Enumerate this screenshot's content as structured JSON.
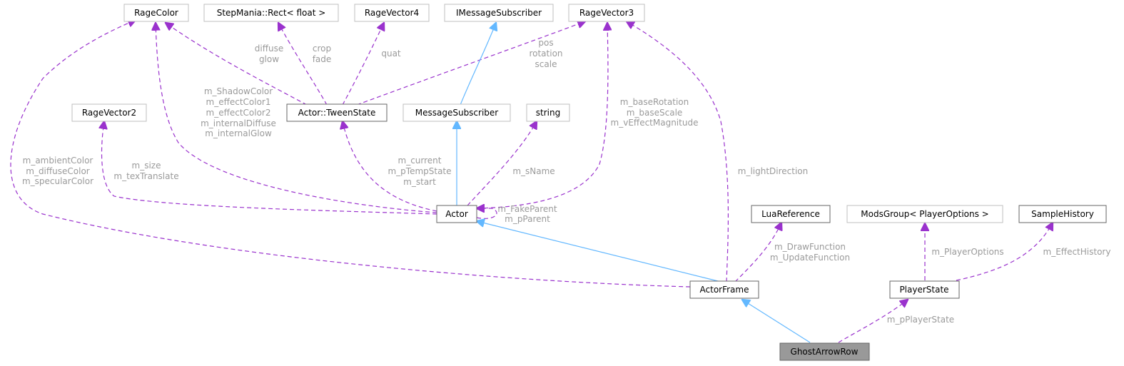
{
  "diagram": {
    "title": "GhostArrowRow collaboration diagram",
    "colors": {
      "usage_edge": "#9a32cd",
      "inheritance_edge": "#63b8ff",
      "edge_label": "#9a9a9a",
      "focus_node_fill": "#999999"
    },
    "nodes": {
      "ragecolor": "RageColor",
      "rect": "StepMania::Rect< float >",
      "ragevector4": "RageVector4",
      "imessagesubscriber": "IMessageSubscriber",
      "ragevector3": "RageVector3",
      "ragevector2": "RageVector2",
      "tweenstate": "Actor::TweenState",
      "messagesubscriber": "MessageSubscriber",
      "string": "string",
      "actor": "Actor",
      "luareference": "LuaReference",
      "modsgroup": "ModsGroup< PlayerOptions >",
      "samplehistory": "SampleHistory",
      "actorframe": "ActorFrame",
      "playerstate": "PlayerState",
      "ghostarrowrow": "GhostArrowRow"
    },
    "edge_labels": {
      "tween_ragecolor": [
        "diffuse",
        "glow"
      ],
      "tween_rect": [
        "crop",
        "fade"
      ],
      "tween_vec4": [
        "quat"
      ],
      "tween_vec3": [
        "pos",
        "rotation",
        "scale"
      ],
      "actor_ragecolor": [
        "m_ShadowColor",
        "m_effectColor1",
        "m_effectColor2",
        "m_internalDiffuse",
        "m_internalGlow"
      ],
      "actor_vec2": [
        "m_size",
        "m_texTranslate"
      ],
      "actor_tween": [
        "m_current",
        "m_pTempState",
        "m_start"
      ],
      "actor_string": [
        "m_sName"
      ],
      "actor_vec3": [
        "m_baseRotation",
        "m_baseScale",
        "m_vEffectMagnitude"
      ],
      "actor_self": [
        "m_FakeParent",
        "m_pParent"
      ],
      "frame_ragecolor": [
        "m_ambientColor",
        "m_diffuseColor",
        "m_specularColor"
      ],
      "frame_vec3": [
        "m_lightDirection"
      ],
      "frame_lua": [
        "m_DrawFunction",
        "m_UpdateFunction"
      ],
      "playerstate_mods": [
        "m_PlayerOptions"
      ],
      "playerstate_sample": [
        "m_EffectHistory"
      ],
      "ghost_playerstate": [
        "m_pPlayerState"
      ]
    }
  }
}
